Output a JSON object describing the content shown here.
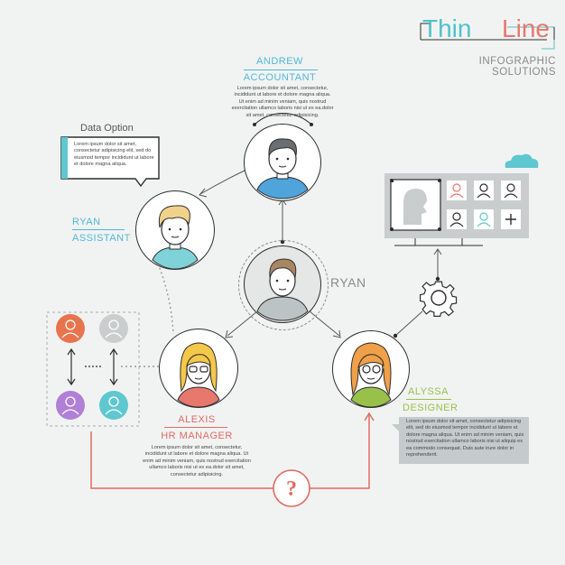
{
  "brand": {
    "title_part1": "Thin",
    "title_part2": "Line",
    "subtitle_line1": "INFOGRAPHIC",
    "subtitle_line2": "SOLUTIONS"
  },
  "people": {
    "andrew": {
      "name": "ANDREW",
      "role": "ACCOUNTANT",
      "text": "Lorem ipsum dolor sit amet, consectetur, incididunt ut labore et dolore magna aliqua. Ut enim ad minim veniam, quis nostrud exercitation ullamco laboris nisi ut ex ea.dolor sit amet, consectetur adipisicing."
    },
    "ryan_assistant": {
      "name": "RYAN",
      "role": "ASSISTANT"
    },
    "ryan_center": {
      "name": "RYAN"
    },
    "alexis": {
      "name": "ALEXIS",
      "role": "HR MANAGER",
      "text": "Lorem ipsum dolor sit amet, consectetur, incididunt ut labore et dolore magna aliqua. Ut enim ad minim veniam, quis nostrud exercitation ullamco laboris nisi ut ex ea.dolor sit amet, consectetur adipisicing."
    },
    "alyssa": {
      "name": "ALYSSA",
      "role": "DESIGNER",
      "text": "Lorem ipsum dolor sit amet, consectetur adipisicing elit, sed do eiusmod tempor incididunt ut labore et dolore magna aliqua. Ut enim ad minim veniam, quis nostrud exercitation ullamco laboris nisi ut aliquip ex ea commodo consequat. Duis aute irure dolor in reprehenderit."
    }
  },
  "data_option": {
    "label": "Data Option",
    "text": "Lorem ipsum dolor sit amet, consectetur adipisicing elit, sed do eiusmod tempor incididunt ut labore et dolore magna aliqua."
  },
  "question_mark": "?",
  "colors": {
    "teal": "#4fc3c9",
    "red": "#e8776d",
    "orange": "#e8744e",
    "gray": "#c9cdce",
    "purple": "#b07fd6",
    "cyan": "#5fc7cf",
    "green": "#99c14a",
    "dark": "#2d2d2d"
  },
  "icons": [
    "cloud-icon",
    "gear-icon",
    "plus-icon",
    "person-icon"
  ]
}
